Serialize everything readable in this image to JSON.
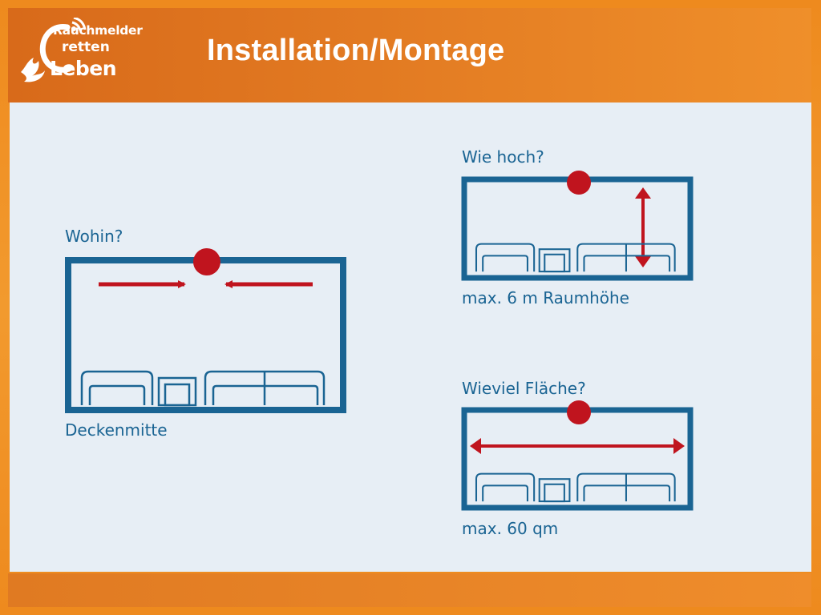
{
  "slide": {
    "title": "Installation/Montage"
  },
  "logo": {
    "line1": "Rauchmelder",
    "line2": "retten",
    "line3": "Leben"
  },
  "panels": {
    "wohin": {
      "heading": "Wohin?",
      "caption": "Deckenmitte"
    },
    "hoehe": {
      "heading": "Wie hoch?",
      "caption": "max. 6 m Raumhöhe"
    },
    "flaeche": {
      "heading": "Wieviel Fläche?",
      "caption": "max. 60 qm"
    }
  },
  "colors": {
    "room": "#1a6493",
    "detector": "#c0141e",
    "background": "#e7eef5",
    "accent": "#ee8a1e"
  }
}
